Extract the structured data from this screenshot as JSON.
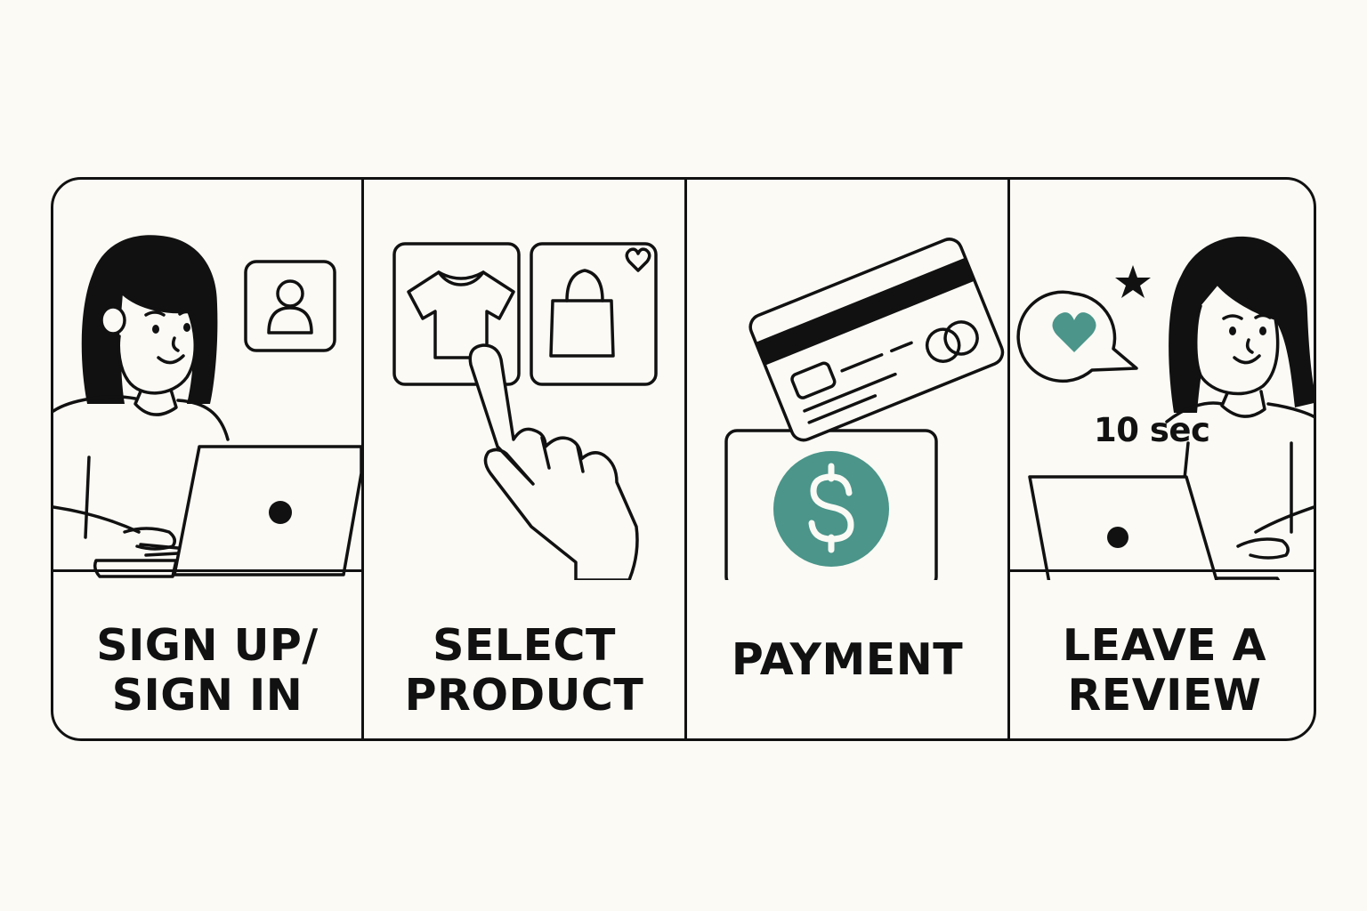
{
  "steps": [
    {
      "id": "sign-up",
      "label_lines": [
        "SIGN UP/",
        "SIGN IN"
      ]
    },
    {
      "id": "select-product",
      "label_lines": [
        "SELECT",
        "PRODUCT"
      ]
    },
    {
      "id": "payment",
      "label_lines": [
        "PAYMENT"
      ]
    },
    {
      "id": "review",
      "label_lines": [
        "LEAVE A",
        "REVIEW"
      ]
    }
  ],
  "review_timer": "10 sec",
  "icons": [
    "user-icon",
    "tshirt-icon",
    "shopping-bag-icon",
    "heart-icon",
    "pointing-hand-icon",
    "credit-card-icon",
    "dollar-icon",
    "star-icon",
    "speech-bubble-heart-icon",
    "laptop-icon"
  ],
  "colors": {
    "accent": "#4b958a",
    "ink": "#111111",
    "background": "#fbfaf5"
  }
}
